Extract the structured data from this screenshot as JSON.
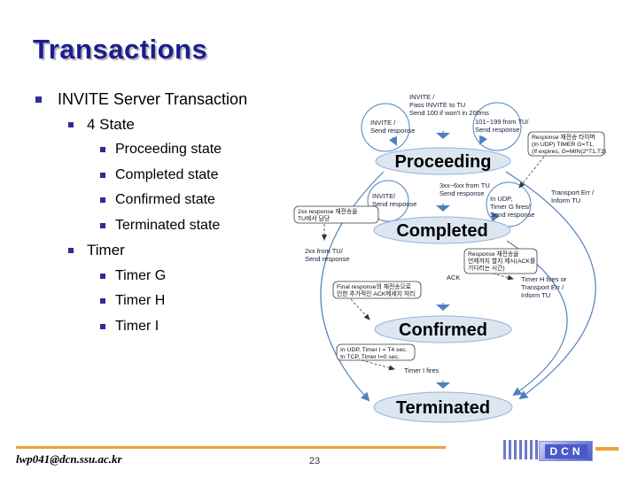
{
  "slide": {
    "title": "Transactions"
  },
  "outline": {
    "l1": "INVITE Server Transaction",
    "state_header": "4 State",
    "states": [
      "Proceeding state",
      "Completed state",
      "Confirmed state",
      "Terminated state"
    ],
    "timer_header": "Timer",
    "timers": [
      "Timer G",
      "Timer H",
      "Timer I"
    ]
  },
  "diagram": {
    "states": {
      "proceeding": "Proceeding",
      "completed": "Completed",
      "confirmed": "Confirmed",
      "terminated": "Terminated"
    },
    "labels": {
      "invite_pass": [
        "INVITE /",
        "Pass INVITE to TU",
        "Send 100 if won't in 200ms"
      ],
      "invite_send_top": [
        "INVITE /",
        "Send response"
      ],
      "provisional": [
        "101~199 from TU/",
        "Send response"
      ],
      "final_resp": [
        "3xx~6xx from TU",
        "Send response"
      ],
      "invite_send_mid": [
        "INVITE/",
        "Send response"
      ],
      "timer_g_loop": [
        "In UDP,",
        "Timer G fires/",
        "Send response"
      ],
      "transport_err": [
        "Transport Err /",
        "Inform TU"
      ],
      "tu_2xx": [
        "2xx from TU/",
        "Send response"
      ],
      "ack": "ACK",
      "timer_h": [
        "Timer H fires or",
        "Transport Err /",
        "Inform TU"
      ],
      "timer_i": "Timer I fires"
    },
    "notes": {
      "retrans_timer": [
        "Response 재전송 타이머",
        "(In UDP) TIMER G=T1,",
        "(If expires, G=MIN(2*T1,T2)"
      ],
      "tu_handles_2xx": [
        "2xx response 재전송을",
        "TU에서 담당"
      ],
      "retrans_until": [
        "Response 재전송을",
        "언제까지 할지 제시(ACK를",
        "기다리는 시간)"
      ],
      "extra_ack": [
        "Final response의 재전송으로",
        "인한 추가적인 ACK메세지 처리"
      ],
      "timer_i_values": [
        "In UDP, Timer I = T4 sec.",
        "In TCP, Timer I=0 sec."
      ]
    }
  },
  "footer": {
    "email": "lwp041@dcn.ssu.ac.kr",
    "page_number": "23",
    "logo_text": "DCN"
  },
  "colors": {
    "title_navy": "#1c1c91",
    "bullet_navy": "#2d2d96",
    "diagram_blue": "#4f81bd",
    "state_fill": "#dce6f1",
    "state_stroke": "#95b3d7",
    "footer_gold": "#e9a23b",
    "logo_blue": "#4a5ac8"
  }
}
